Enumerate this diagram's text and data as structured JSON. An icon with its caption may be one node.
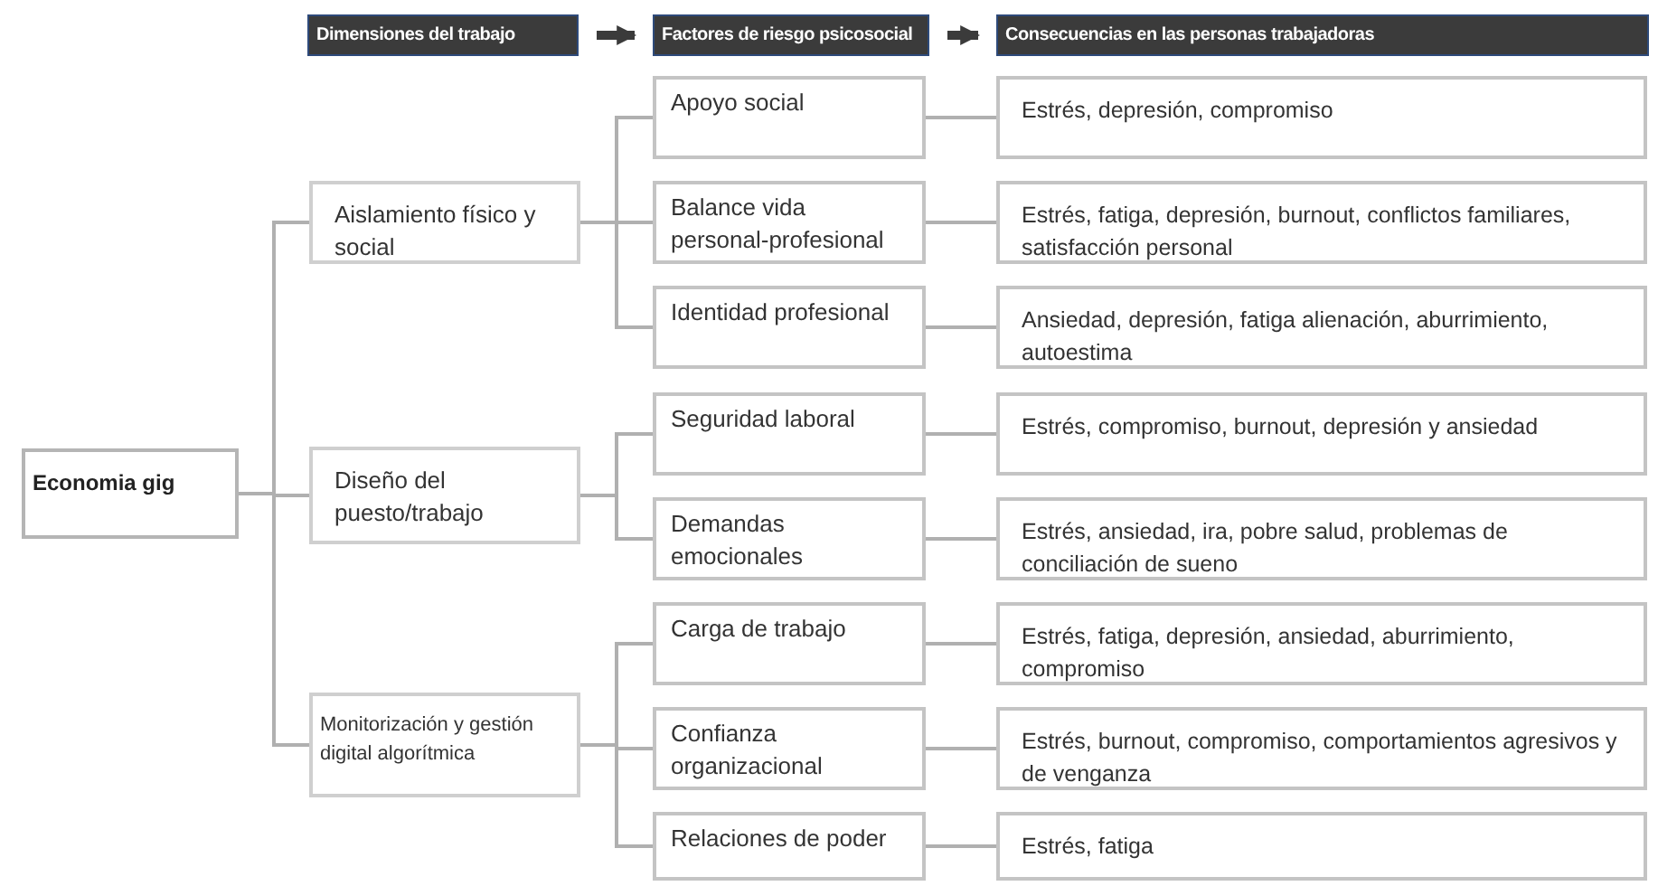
{
  "diagram": {
    "nodes": [
      {
        "text": [
          "Dimensiones del trabajo"
        ]
      },
      {
        "text": [
          "Factores de riesgo psicosocial"
        ]
      },
      {
        "text": [
          "Consecuencias en las personas trabajadoras"
        ]
      },
      {
        "text": [
          "Economia gig"
        ]
      },
      {
        "text": [
          "Aislamiento físico y social"
        ]
      },
      {
        "text": [
          "Diseño del puesto/trabajo"
        ]
      },
      {
        "text": [
          "Monitorización y gestión digital algorítmica"
        ]
      },
      {
        "text": [
          "Apoyo social"
        ]
      },
      {
        "text": [
          "Balance vida personal-profesional"
        ]
      },
      {
        "text": [
          "Identidad profesional"
        ]
      },
      {
        "text": [
          "Seguridad laboral"
        ]
      },
      {
        "text": [
          "Demandas emocionales"
        ]
      },
      {
        "text": [
          "Carga de trabajo"
        ]
      },
      {
        "text": [
          "Confianza organizacional"
        ]
      },
      {
        "text": [
          "Relaciones de poder"
        ]
      },
      {
        "text": [
          "Estrés, depresión, compromiso"
        ]
      },
      {
        "text": [
          "Estrés, fatiga, depresión, burnout, conflictos familiares, satisfacción personal"
        ]
      },
      {
        "text": [
          "Ansiedad, depresión, fatiga alienación, aburrimiento,  autoestima"
        ]
      },
      {
        "text": [
          "Estrés, compromiso, burnout, depresión y ansiedad"
        ]
      },
      {
        "text": [
          "Estrés, ansiedad, ira, pobre salud, problemas de conciliación de sueno"
        ]
      },
      {
        "text": [
          "Estrés, fatiga, depresión, ansiedad, aburrimiento, compromiso"
        ]
      },
      {
        "text": [
          "Estrés, burnout, compromiso, comportamientos agresivos y de venganza"
        ]
      },
      {
        "text": [
          "Estrés, fatiga"
        ]
      }
    ],
    "edges": [
      {
        "from": 0,
        "to": 1,
        "arrow": "to",
        "style": "thick",
        "color": "#3b3b3b"
      },
      {
        "from": 1,
        "to": 2,
        "arrow": "to",
        "style": "thick",
        "color": "#3b3b3b"
      },
      {
        "from": 3,
        "to": 4,
        "arrow": "none"
      },
      {
        "from": 3,
        "to": 5,
        "arrow": "none"
      },
      {
        "from": 3,
        "to": 6,
        "arrow": "none"
      },
      {
        "from": 4,
        "to": 7,
        "arrow": "none"
      },
      {
        "from": 4,
        "to": 8,
        "arrow": "none"
      },
      {
        "from": 4,
        "to": 9,
        "arrow": "none"
      },
      {
        "from": 5,
        "to": 10,
        "arrow": "none"
      },
      {
        "from": 5,
        "to": 11,
        "arrow": "none"
      },
      {
        "from": 6,
        "to": 12,
        "arrow": "none"
      },
      {
        "from": 6,
        "to": 13,
        "arrow": "none"
      },
      {
        "from": 6,
        "to": 14,
        "arrow": "none"
      },
      {
        "from": 7,
        "to": 15,
        "arrow": "none"
      },
      {
        "from": 8,
        "to": 16,
        "arrow": "none"
      },
      {
        "from": 9,
        "to": 17,
        "arrow": "none"
      },
      {
        "from": 10,
        "to": 18,
        "arrow": "none"
      },
      {
        "from": 11,
        "to": 19,
        "arrow": "none"
      },
      {
        "from": 12,
        "to": 20,
        "arrow": "none"
      },
      {
        "from": 13,
        "to": 21,
        "arrow": "none"
      },
      {
        "from": 14,
        "to": 22,
        "arrow": "none"
      }
    ]
  }
}
